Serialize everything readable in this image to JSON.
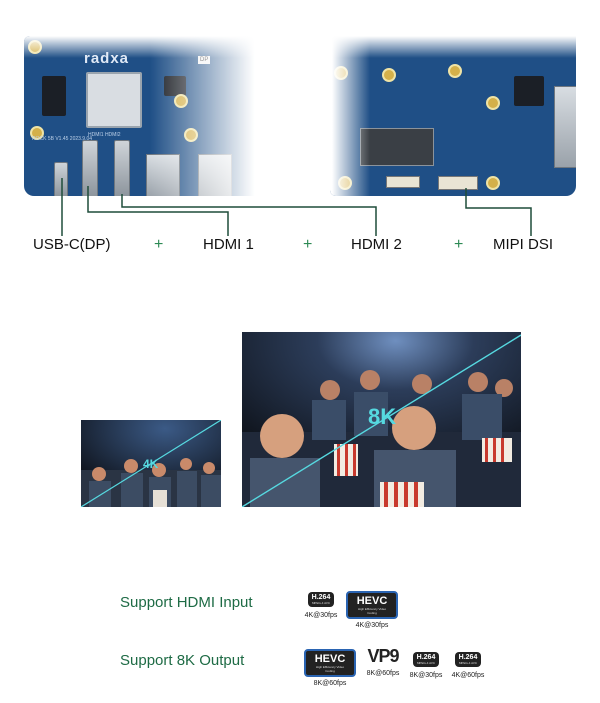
{
  "board": {
    "brand": "radxa",
    "silkscreen_left": "ROCK 5B V1.45 2023.9.04",
    "silkscreen_left2": "HDMI1  HDMI2",
    "label_tag": "DP"
  },
  "ports": {
    "items": [
      {
        "label": "USB-C(DP)"
      },
      {
        "label": "HDMI 1"
      },
      {
        "label": "HDMI 2"
      },
      {
        "label": "MIPI DSI"
      }
    ],
    "separator": "+",
    "accent_color": "#2e8a55"
  },
  "scenes": {
    "small_label": "4K",
    "large_label": "8K",
    "label_color": "#56d9e0"
  },
  "support": {
    "label_color": "#1e6b45",
    "input": {
      "label": "Support HDMI Input",
      "codecs": [
        {
          "badge": "H.264",
          "sub": "MPEG-4 AVC",
          "fps": "4K@30fps",
          "icon": "h264-icon"
        },
        {
          "badge": "HEVC",
          "sub": "High Efficiency Video Coding",
          "fps": "4K@30fps",
          "icon": "hevc-icon"
        }
      ]
    },
    "output": {
      "label": "Support 8K Output",
      "codecs": [
        {
          "badge": "HEVC",
          "sub": "High Efficiency Video Coding",
          "fps": "8K@60fps",
          "icon": "hevc-icon"
        },
        {
          "badge": "VP9",
          "fps": "8K@60fps",
          "icon": "vp9-icon"
        },
        {
          "badge": "H.264",
          "sub": "MPEG-4 AVC",
          "fps": "8K@30fps",
          "icon": "h264-icon"
        },
        {
          "badge": "H.264",
          "sub": "MPEG-4 AVC",
          "fps": "4K@60fps",
          "icon": "h264-icon"
        }
      ]
    }
  }
}
